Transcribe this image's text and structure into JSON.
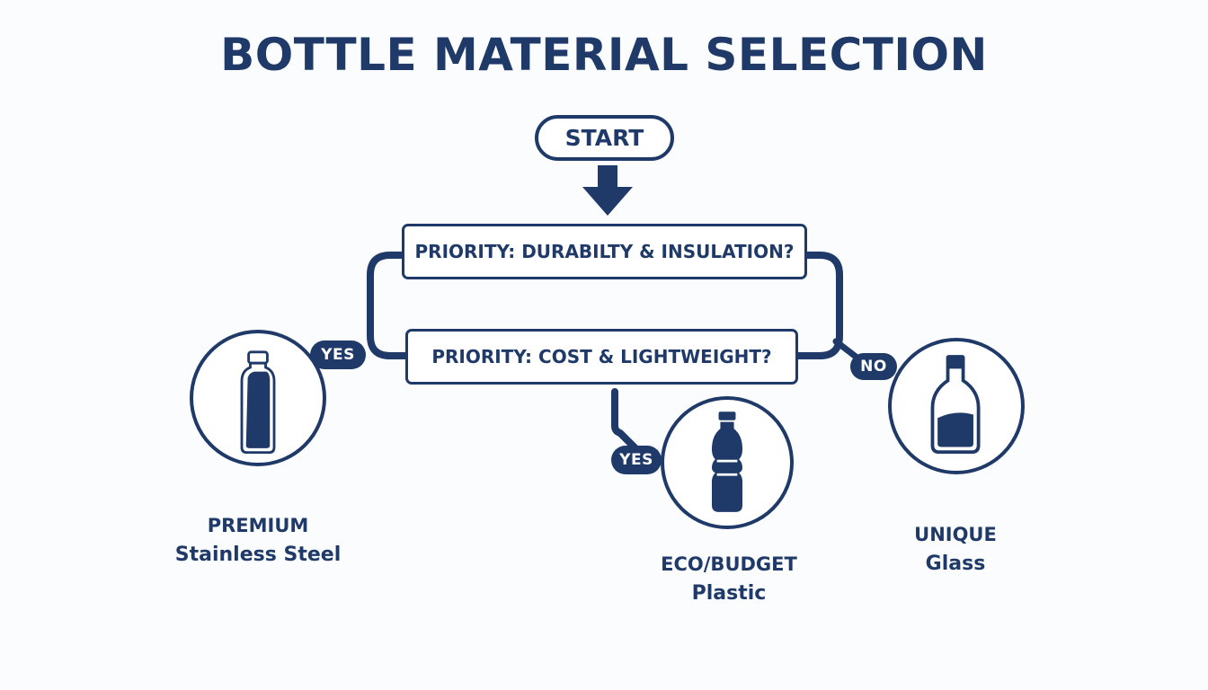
{
  "title": "BOTTLE MATERIAL SELECTION",
  "start": "START",
  "questions": [
    "PRIORITY: DURABILTY & INSULATION?",
    "PRIORITY: COST & LIGHTWEIGHT?"
  ],
  "branches": {
    "yes_left": "YES",
    "yes_down": "YES",
    "no_right": "NO"
  },
  "outcomes": [
    {
      "tier": "PREMIUM",
      "material": "Stainless Steel",
      "icon": "metal-bottle-icon"
    },
    {
      "tier": "ECO/BUDGET",
      "material": "Plastic",
      "icon": "plastic-bottle-icon"
    },
    {
      "tier": "UNIQUE",
      "material": "Glass",
      "icon": "glass-bottle-icon"
    }
  ],
  "colors": {
    "primary": "#1f3a68",
    "background": "#fbfcfd"
  }
}
